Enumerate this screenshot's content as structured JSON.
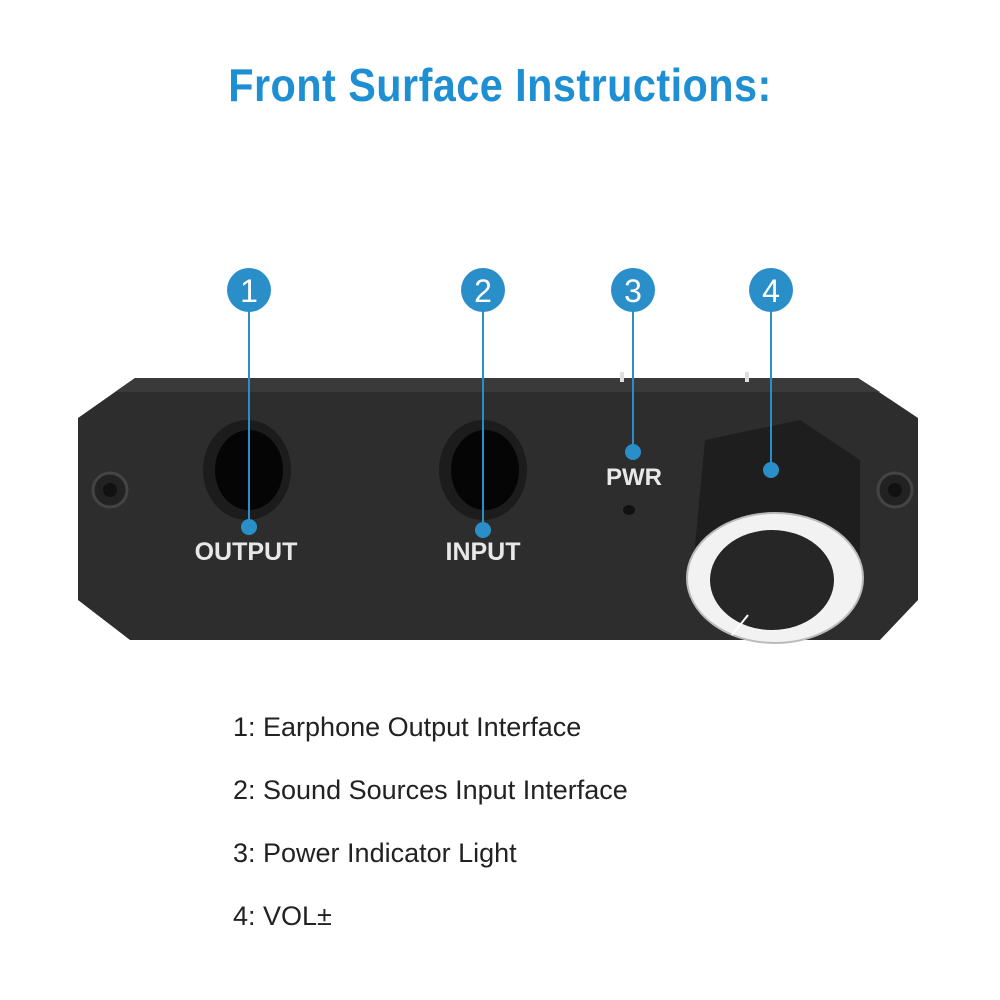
{
  "title": "Front Surface Instructions:",
  "markers": [
    {
      "number": "1",
      "label": "OUTPUT"
    },
    {
      "number": "2",
      "label": "INPUT"
    },
    {
      "number": "3",
      "label": "PWR"
    },
    {
      "number": "4",
      "label": ""
    }
  ],
  "legend": [
    "1: Earphone Output Interface",
    "2: Sound Sources Input Interface",
    "3: Power Indicator Light",
    "4: VOL±"
  ],
  "colors": {
    "accent": "#2a8fc9",
    "title": "#1e8fd2",
    "device": "#2b2b2b"
  }
}
